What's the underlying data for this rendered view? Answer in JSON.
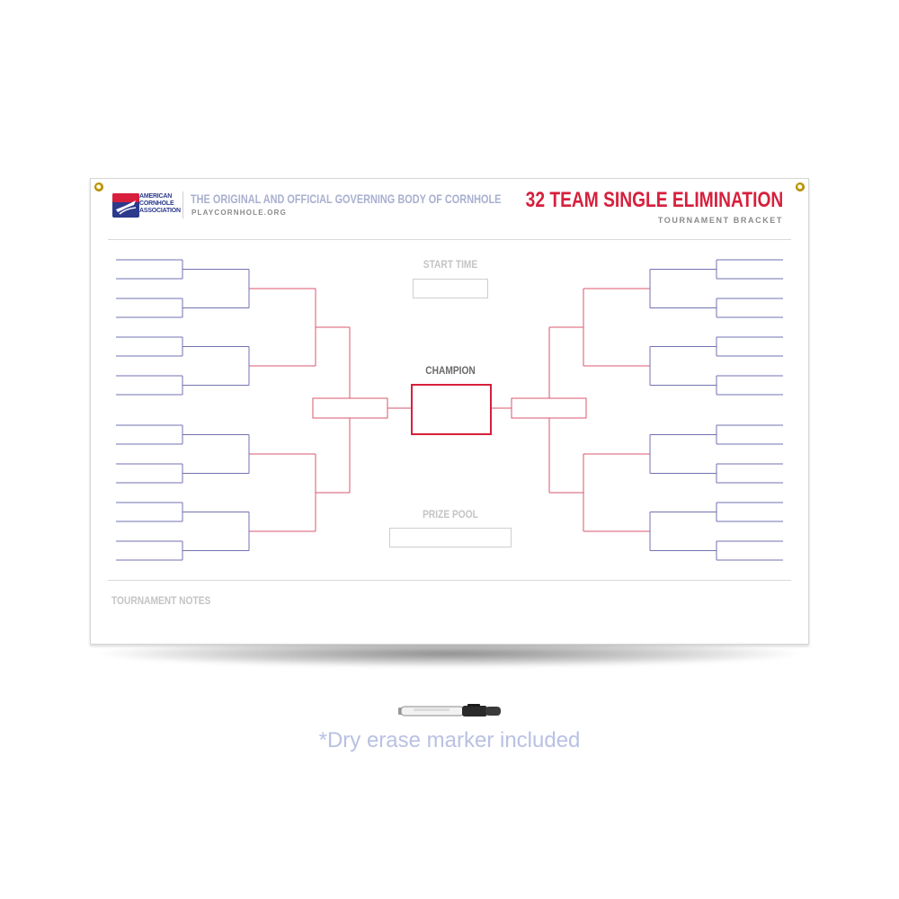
{
  "header": {
    "logo_name": "american-cornhole-association-logo",
    "logo_lines": [
      "AMERICAN",
      "CORNHOLE",
      "ASSOCIATION"
    ],
    "tagline": "THE ORIGINAL AND OFFICIAL GOVERNING BODY OF CORNHOLE",
    "website": "PLAYCORNHOLE.ORG",
    "title": "32 TEAM SINGLE ELIMINATION",
    "subtitle": "TOURNAMENT BRACKET"
  },
  "center": {
    "start_time_label": "START TIME",
    "champion_label": "CHAMPION",
    "prize_pool_label": "PRIZE POOL"
  },
  "footer": {
    "notes_label": "TOURNAMENT NOTES"
  },
  "caption": "*Dry erase marker included",
  "colors": {
    "brand_red": "#d71f3c",
    "brand_blue": "#2c3a8c",
    "early_round_lines": "#7272b3",
    "late_round_lines": "#d8576e",
    "label_gray": "#8a8a8a",
    "light_gray": "#c4c4c4"
  },
  "icons": {
    "grommet": "grommet-icon",
    "marker": "dry-erase-marker-icon"
  }
}
